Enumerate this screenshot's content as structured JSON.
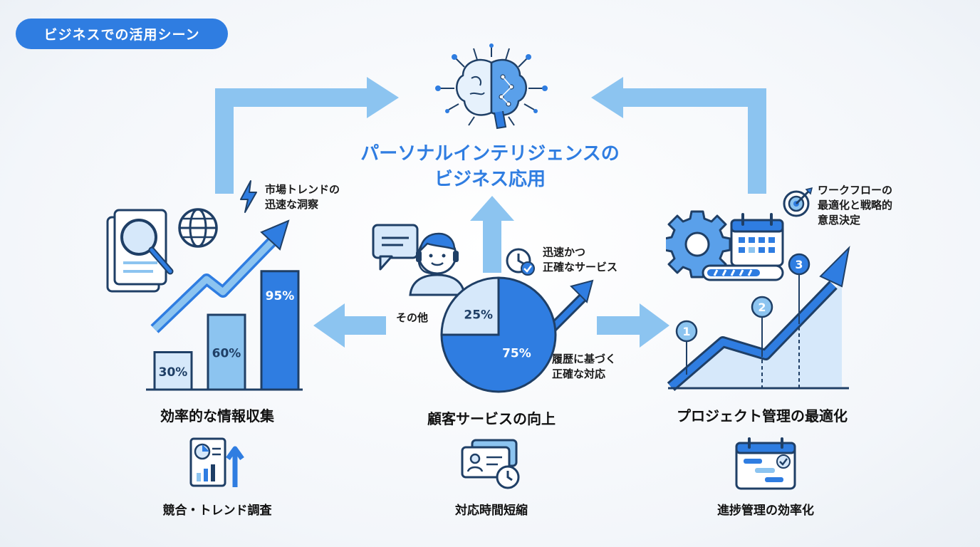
{
  "badge": "ビジネスでの活用シーン",
  "title": {
    "line1": "パーソナルインテリジェンスの",
    "line2": "ビジネス応用"
  },
  "left": {
    "note": {
      "line1": "市場トレンドの",
      "line2": "迅速な洞察"
    },
    "bars": [
      {
        "value": 30,
        "label": "30%"
      },
      {
        "value": 60,
        "label": "60%"
      },
      {
        "value": 95,
        "label": "95%"
      }
    ],
    "section": "効率的な情報収集",
    "sub": "競合・トレンド調査"
  },
  "center": {
    "note_top": {
      "line1": "迅速かつ",
      "line2": "正確なサービス"
    },
    "pie": {
      "other_label": "その他",
      "other_value": 25,
      "other_text": "25%",
      "main_value": 75,
      "main_text": "75%"
    },
    "note_bottom": {
      "line1": "履歴に基づく",
      "line2": "正確な対応"
    },
    "section": "顧客サービスの向上",
    "sub": "対応時間短縮"
  },
  "right": {
    "note": {
      "line1": "ワークフローの",
      "line2": "最適化と戦略的",
      "line3": "意思決定"
    },
    "steps": [
      "1",
      "2",
      "3"
    ],
    "section": "プロジェクト管理の最適化",
    "sub": "進捗管理の効率化"
  },
  "colors": {
    "accent": "#2f7de1",
    "light": "#8cc4f0",
    "pale": "#d6e8fa",
    "dark": "#1f3f66"
  }
}
